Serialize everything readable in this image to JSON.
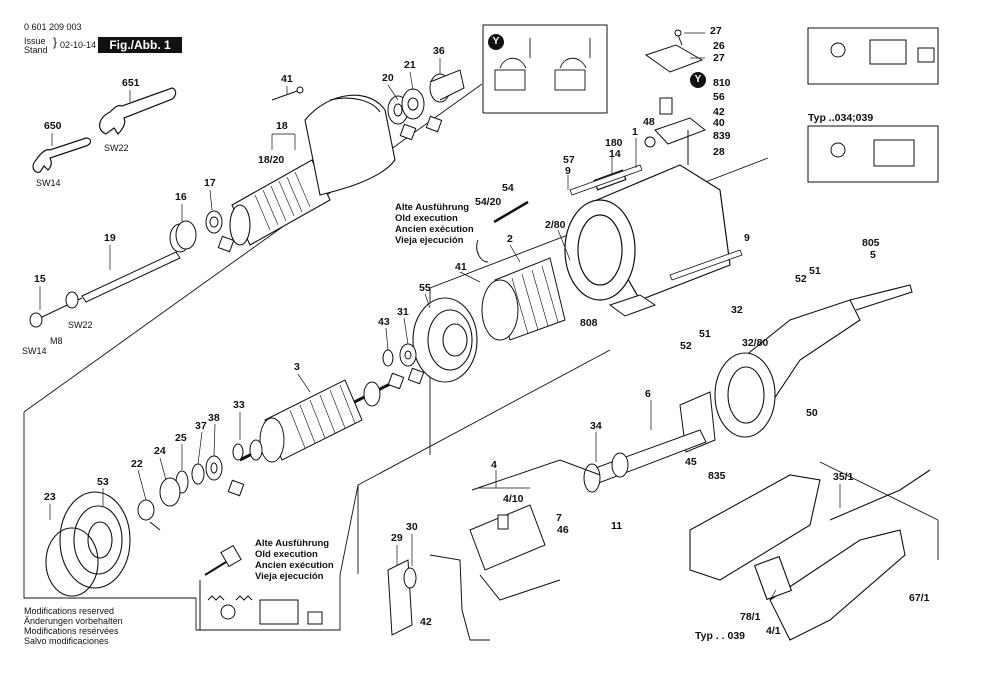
{
  "header": {
    "part_number": "0 601 209 003",
    "issue_label": "Issue",
    "stand_label": "Stand",
    "date": "02-10-14",
    "figure_label": "Fig./Abb. 1"
  },
  "old_execution_notes": [
    "Alte Ausführung",
    "Old execution",
    "Ancien exécution",
    "Vieja ejecución"
  ],
  "footer_notes": [
    "Modifications reserved",
    "Änderungen vorbehalten",
    "Modifications resérvées",
    "Salvo modificaciones"
  ],
  "type_labels": {
    "typ_034_039": "Typ ..034;039",
    "typ_039": "Typ . . 039"
  },
  "badge_letter": "Y",
  "part_labels": {
    "p651": "651",
    "p650": "650",
    "sw22a": "SW22",
    "sw14a": "SW14",
    "p41a": "41",
    "p18": "18",
    "p18_20": "18/20",
    "p20": "20",
    "p21": "21",
    "p36": "36",
    "p16": "16",
    "p17": "17",
    "p19": "19",
    "p15": "15",
    "sw22b": "SW22",
    "m8": "M8",
    "sw14b": "SW14",
    "p27a": "27",
    "p26": "26",
    "p27b": "27",
    "p810": "810",
    "p56": "56",
    "p42a": "42",
    "p40": "40",
    "p839": "839",
    "p28": "28",
    "p48": "48",
    "p180": "180",
    "p14": "14",
    "p1": "1",
    "p57": "57",
    "p9a": "9",
    "p54": "54",
    "p54_20": "54/20",
    "p2_80": "2/80",
    "p2": "2",
    "p9b": "9",
    "p41b": "41",
    "p55": "55",
    "p808": "808",
    "p805": "805",
    "p5": "5",
    "p52a": "52",
    "p51a": "51",
    "p32": "32",
    "p32_80": "32/80",
    "p51b": "51",
    "p52b": "52",
    "p50": "50",
    "p43": "43",
    "p31": "31",
    "p3": "3",
    "p33": "33",
    "p38": "38",
    "p37": "37",
    "p25": "25",
    "p24": "24",
    "p22": "22",
    "p23": "23",
    "p53": "53",
    "p6": "6",
    "p34": "34",
    "p45": "45",
    "p835": "835",
    "p4": "4",
    "p4_10": "4/10",
    "p7": "7",
    "p46": "46",
    "p11": "11",
    "p30": "30",
    "p29": "29",
    "p42b": "42",
    "p35_1": "35/1",
    "p78_1": "78/1",
    "p4_1": "4/1",
    "p67_1": "67/1"
  }
}
